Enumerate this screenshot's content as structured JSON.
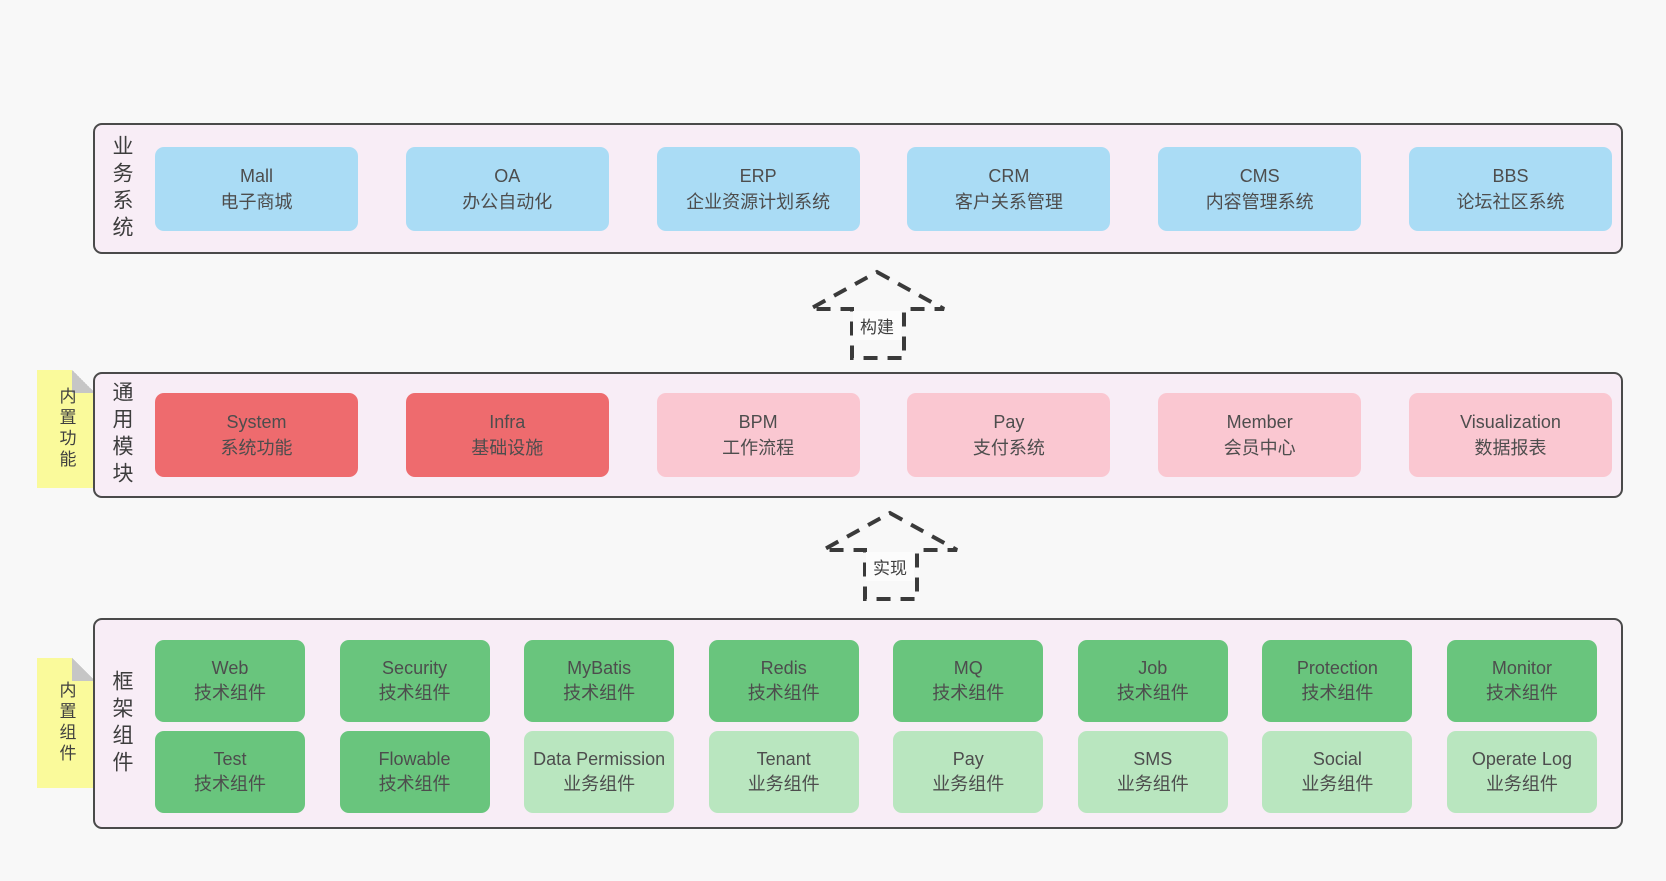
{
  "colors": {
    "page_bg": "#f8f8f8",
    "panel_bg": "#f8edf6",
    "panel_border": "#4a4a4a",
    "box_blue": "#aadcf5",
    "box_red": "#ee6b6e",
    "box_pink": "#fac7d1",
    "box_green": "#69c57d",
    "box_green_light": "#b9e6bf",
    "sticky_yellow": "#fafa9b",
    "fold_gray": "#c6c6c6",
    "arrow_dash": "#3a3a3a"
  },
  "arrows": [
    {
      "label": "构建"
    },
    {
      "label": "实现"
    }
  ],
  "layer_business": {
    "label": "业务系统",
    "boxes": [
      {
        "name": "Mall",
        "desc": "电子商城"
      },
      {
        "name": "OA",
        "desc": "办公自动化"
      },
      {
        "name": "ERP",
        "desc": "企业资源计划系统"
      },
      {
        "name": "CRM",
        "desc": "客户关系管理"
      },
      {
        "name": "CMS",
        "desc": "内容管理系统"
      },
      {
        "name": "BBS",
        "desc": "论坛社区系统"
      }
    ]
  },
  "layer_modules": {
    "label": "通用模块",
    "sticky": "内置功能",
    "boxes": [
      {
        "name": "System",
        "desc": "系统功能",
        "variant": "red"
      },
      {
        "name": "Infra",
        "desc": "基础设施",
        "variant": "red"
      },
      {
        "name": "BPM",
        "desc": "工作流程",
        "variant": "pink"
      },
      {
        "name": "Pay",
        "desc": "支付系统",
        "variant": "pink"
      },
      {
        "name": "Member",
        "desc": "会员中心",
        "variant": "pink"
      },
      {
        "name": "Visualization",
        "desc": "数据报表",
        "variant": "pink"
      }
    ]
  },
  "layer_framework": {
    "label": "框架组件",
    "sticky": "内置组件",
    "row1": [
      {
        "name": "Web",
        "desc": "技术组件",
        "variant": "green"
      },
      {
        "name": "Security",
        "desc": "技术组件",
        "variant": "green"
      },
      {
        "name": "MyBatis",
        "desc": "技术组件",
        "variant": "green"
      },
      {
        "name": "Redis",
        "desc": "技术组件",
        "variant": "green"
      },
      {
        "name": "MQ",
        "desc": "技术组件",
        "variant": "green"
      },
      {
        "name": "Job",
        "desc": "技术组件",
        "variant": "green"
      },
      {
        "name": "Protection",
        "desc": "技术组件",
        "variant": "green"
      },
      {
        "name": "Monitor",
        "desc": "技术组件",
        "variant": "green"
      }
    ],
    "row2": [
      {
        "name": "Test",
        "desc": "技术组件",
        "variant": "green"
      },
      {
        "name": "Flowable",
        "desc": "技术组件",
        "variant": "green"
      },
      {
        "name": "Data Permission",
        "desc": "业务组件",
        "variant": "green-light"
      },
      {
        "name": "Tenant",
        "desc": "业务组件",
        "variant": "green-light"
      },
      {
        "name": "Pay",
        "desc": "业务组件",
        "variant": "green-light"
      },
      {
        "name": "SMS",
        "desc": "业务组件",
        "variant": "green-light"
      },
      {
        "name": "Social",
        "desc": "业务组件",
        "variant": "green-light"
      },
      {
        "name": "Operate Log",
        "desc": "业务组件",
        "variant": "green-light"
      }
    ]
  }
}
